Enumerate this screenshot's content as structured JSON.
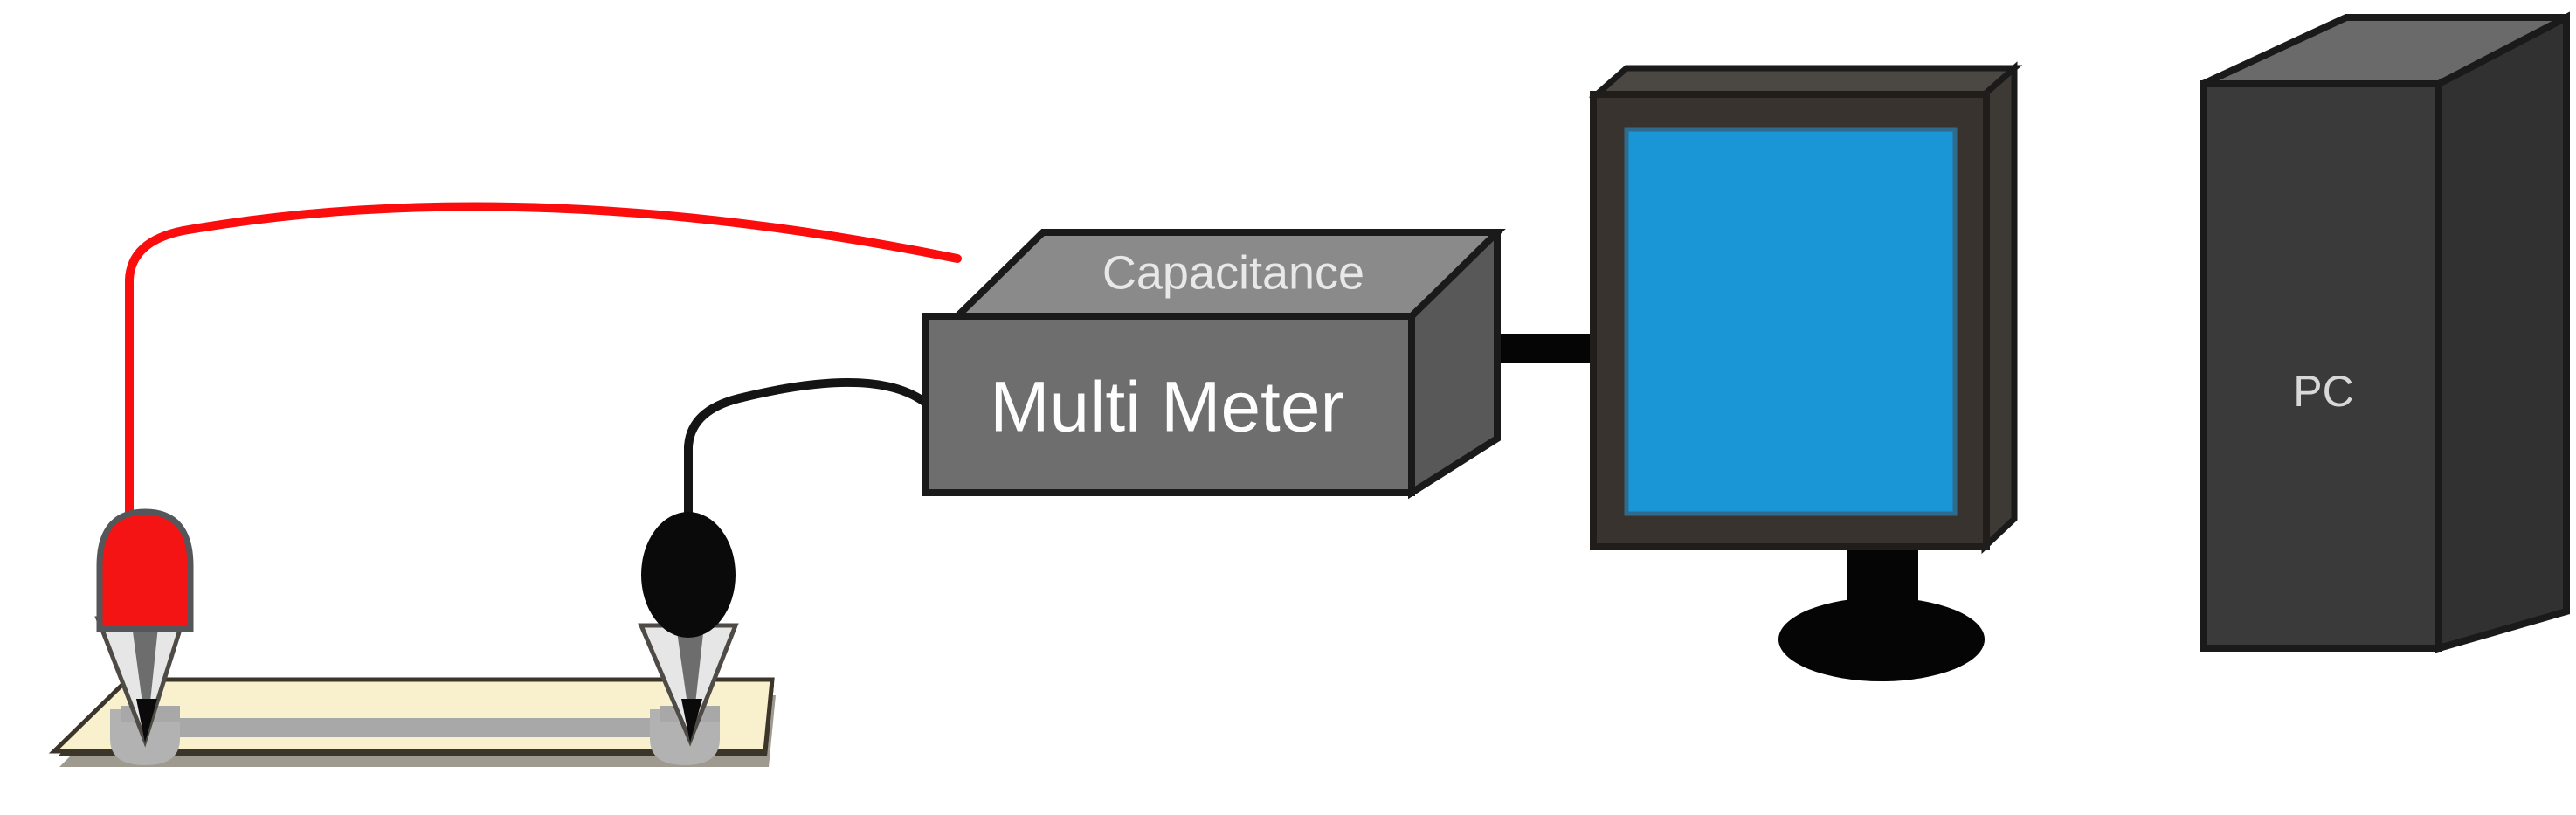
{
  "diagram": {
    "title": "Capacitance measurement setup",
    "background_color": "#ffffff",
    "components": {
      "multimeter": {
        "top_face_label": "Capacitance",
        "front_face_label": "Multi Meter",
        "top_face_color": "#8a8a8a",
        "front_face_color": "#6e6e6e",
        "side_face_color": "#585858",
        "outline_color": "#1a1a1a"
      },
      "monitor": {
        "name": "monitor",
        "screen_color": "#1a95d6",
        "bezel_color": "#38332f",
        "bezel_top_color": "#4b4743",
        "stand_color": "#050505"
      },
      "pc_tower": {
        "label": "PC",
        "front_face_color": "#3a3a3a",
        "top_face_color": "#6a6a6a",
        "side_face_color": "#313131",
        "outline_color": "#1a1a1a"
      },
      "probe_red": {
        "name": "red-probe",
        "body_color": "#f51414",
        "outline_color": "#4a4a4a",
        "tip_color": "#9a9a9a"
      },
      "probe_black": {
        "name": "black-probe",
        "body_color": "#0a0a0a",
        "tip_color": "#9a9a9a"
      },
      "sample_substrate": {
        "name": "sample-substrate",
        "top_color": "#f9f0ce",
        "edge_color": "#3b352a",
        "base_color": "#9e9a90",
        "electrode_color": "#a8a8a8",
        "electrode_shadow_color": "#b6b6b6"
      },
      "cable_red": {
        "name": "red-lead-cable",
        "color": "#fb0d0d"
      },
      "cable_black": {
        "name": "black-lead-cable",
        "color": "#141414"
      },
      "cable_data": {
        "name": "meter-to-monitor-cable",
        "color": "#050505"
      }
    }
  }
}
